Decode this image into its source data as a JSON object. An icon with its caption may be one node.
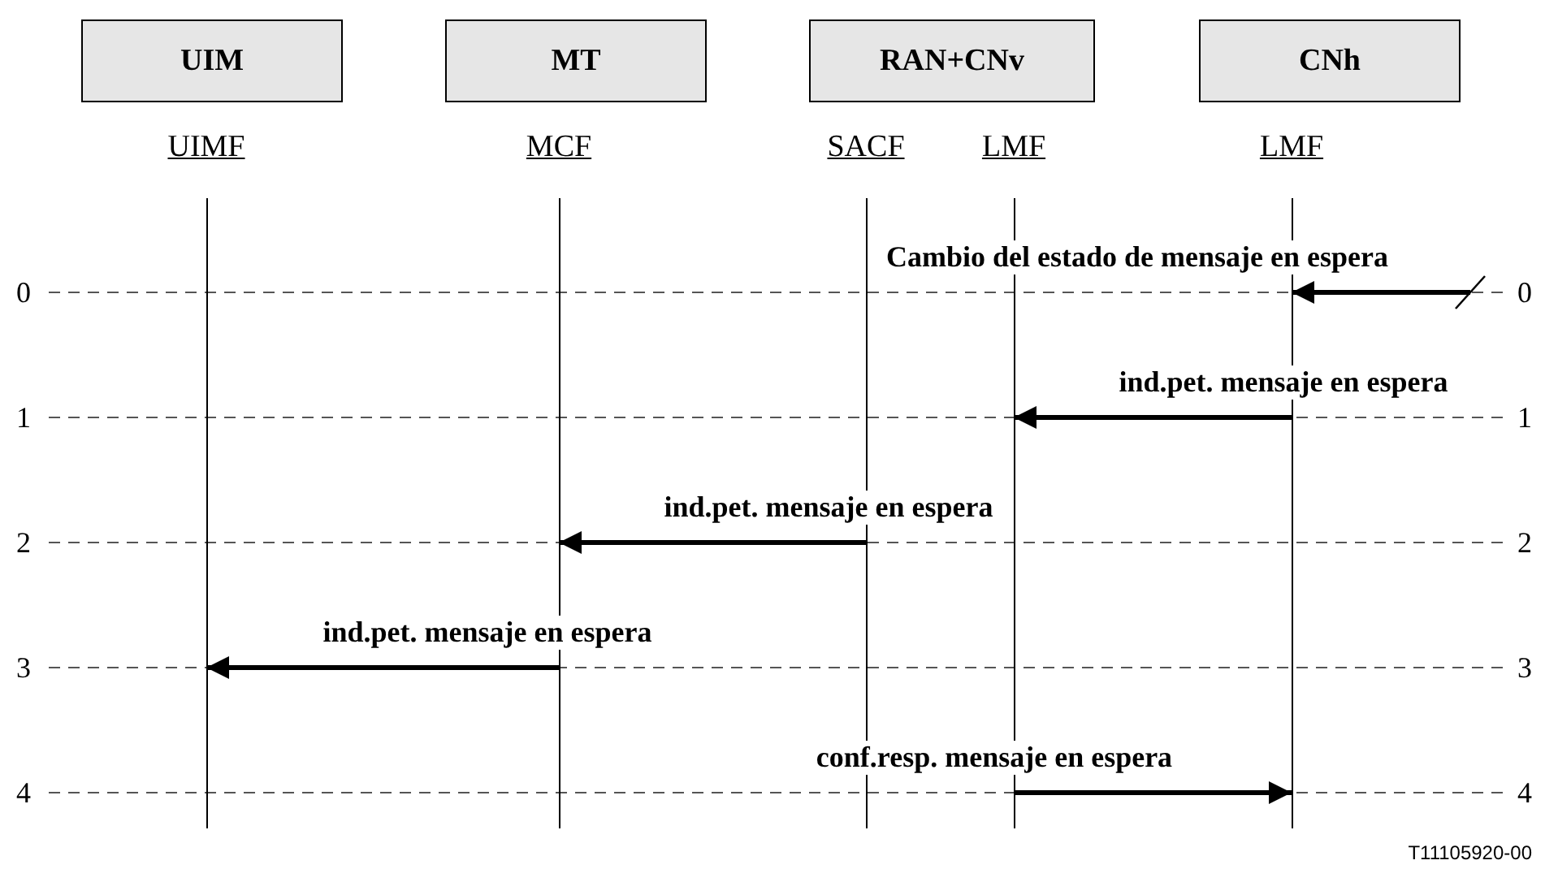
{
  "diagram": {
    "nodes": [
      {
        "text": [
          "UIM"
        ]
      },
      {
        "text": [
          "MT"
        ]
      },
      {
        "text": [
          "RAN+CNv"
        ]
      },
      {
        "text": [
          "CNh"
        ]
      },
      {
        "text": [
          "UIMF"
        ]
      },
      {
        "text": [
          "MCF"
        ]
      },
      {
        "text": [
          "SACF"
        ]
      },
      {
        "text": [
          "LMF"
        ]
      },
      {
        "text": [
          "LMF"
        ]
      }
    ],
    "edges": [
      {
        "from": null,
        "to": 8,
        "arrow": "to",
        "label": "Cambio del estado de mensaje en espera"
      },
      {
        "from": 8,
        "to": 7,
        "arrow": "to",
        "label": "ind.pet. mensaje en espera"
      },
      {
        "from": 6,
        "to": 5,
        "arrow": "to",
        "label": "ind.pet. mensaje en espera"
      },
      {
        "from": 5,
        "to": 4,
        "arrow": "to",
        "label": "ind.pet. mensaje en espera"
      },
      {
        "from": 7,
        "to": 8,
        "arrow": "to",
        "label": "conf.resp. mensaje en espera"
      }
    ],
    "labels": [
      "0",
      "0",
      "1",
      "1",
      "2",
      "2",
      "3",
      "3",
      "4",
      "4",
      "T11105920-00"
    ]
  }
}
